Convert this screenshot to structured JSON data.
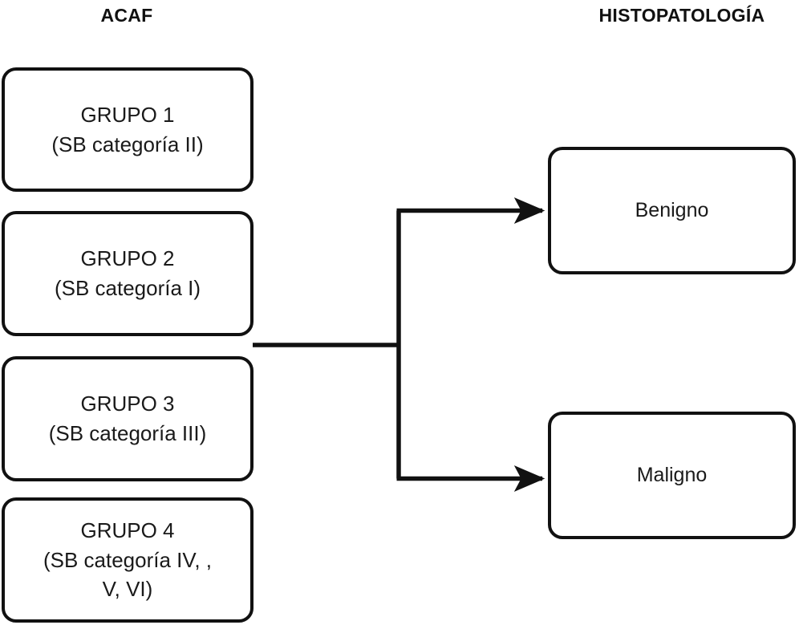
{
  "headers": {
    "left": "ACAF",
    "right": "HISTOPATOLOGÍA"
  },
  "acaf_groups": [
    {
      "label": "GRUPO 1\n(SB categoría II)"
    },
    {
      "label": "GRUPO 2\n(SB categoría I)"
    },
    {
      "label": "GRUPO 3\n(SB categoría III)"
    },
    {
      "label": "GRUPO 4\n(SB categoría IV,  ,\nV, VI)"
    }
  ],
  "histopathology_outcomes": [
    {
      "label": "Benigno"
    },
    {
      "label": "Maligno"
    }
  ],
  "colors": {
    "stroke": "#111111",
    "text": "#1a1a1a",
    "background": "#ffffff"
  },
  "chart_data": {
    "type": "diagram",
    "title": "",
    "nodes": [
      {
        "id": "grupo1",
        "column": "ACAF",
        "label": "GRUPO 1 (SB categoría II)"
      },
      {
        "id": "grupo2",
        "column": "ACAF",
        "label": "GRUPO 2 (SB categoría I)"
      },
      {
        "id": "grupo3",
        "column": "ACAF",
        "label": "GRUPO 3 (SB categoría III)"
      },
      {
        "id": "grupo4",
        "column": "ACAF",
        "label": "GRUPO 4 (SB categoría IV, , V, VI)"
      },
      {
        "id": "benigno",
        "column": "HISTOPATOLOGÍA",
        "label": "Benigno"
      },
      {
        "id": "maligno",
        "column": "HISTOPATOLOGÍA",
        "label": "Maligno"
      }
    ],
    "edges": [
      {
        "from": "acaf-groups",
        "to": "benigno",
        "arrow": true
      },
      {
        "from": "acaf-groups",
        "to": "maligno",
        "arrow": true
      }
    ]
  }
}
